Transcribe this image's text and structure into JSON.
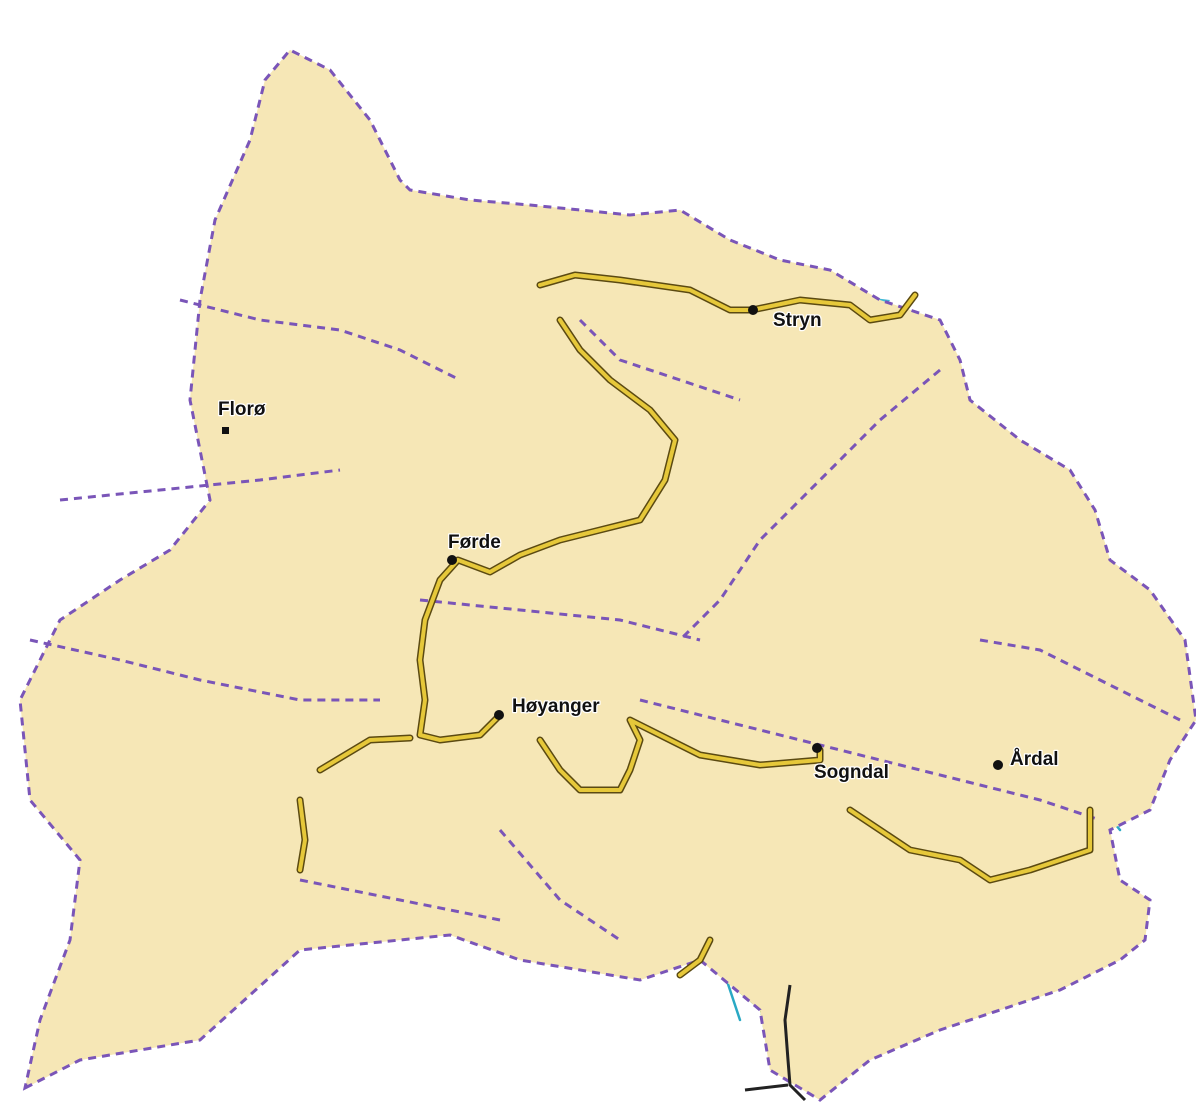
{
  "map": {
    "colors": {
      "sea": "#ffffff",
      "lowland": "#f6e7b6",
      "hills": "#dde58a",
      "uplands": "#a9cf52",
      "highlands": "#6fb63d",
      "peaks": "#3e9a39",
      "glacier_red": "#e23a2e",
      "glacier_pink": "#f59a86",
      "lakes": "#3fb8d6",
      "rivers": "#2aa9c4",
      "borders": "#7a55b8",
      "roads": "#e6c83a",
      "road_casing": "#5b4a12",
      "county_line": "#222222",
      "town_marker": "#111111"
    },
    "towns": [
      {
        "name": "Florø"
      },
      {
        "name": "Stryn"
      },
      {
        "name": "Førde"
      },
      {
        "name": "Høyanger"
      },
      {
        "name": "Sogndal"
      },
      {
        "name": "Årdal"
      }
    ]
  }
}
